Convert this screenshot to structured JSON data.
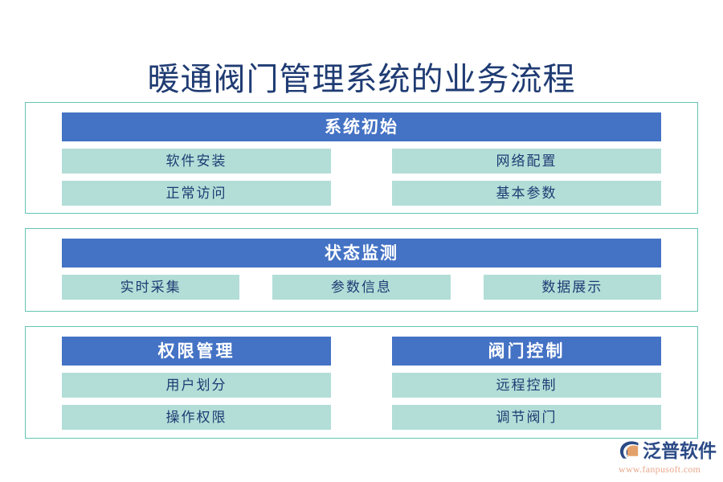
{
  "page": {
    "title": "暖通阀门管理系统的业务流程",
    "background_color": "#ffffff",
    "title_color": "#1f3b73",
    "header_color": "#4472c4",
    "item_color": "#b2ded7",
    "border_color": "#63c5b4"
  },
  "sections": [
    {
      "id": "system-init",
      "header": "系统初始",
      "layout": "two-column",
      "columns": [
        {
          "items": [
            "软件安装",
            "正常访问"
          ]
        },
        {
          "items": [
            "网络配置",
            "基本参数"
          ]
        }
      ]
    },
    {
      "id": "status-monitor",
      "header": "状态监测",
      "layout": "single-row",
      "items": [
        "实时采集",
        "参数信息",
        "数据展示"
      ]
    },
    {
      "id": "permission-and-valve",
      "layout": "two-groups",
      "groups": [
        {
          "header": "权限管理",
          "items": [
            "用户划分",
            "操作权限"
          ]
        },
        {
          "header": "阀门控制",
          "items": [
            "远程控制",
            "调节阀门"
          ]
        }
      ]
    }
  ],
  "logo": {
    "name": "泛普软件",
    "url": "www.fanpusoft.com",
    "mark_color": "#2b4a86",
    "mark_accent_color": "#e3a06a",
    "url_color": "#e8a88c"
  }
}
